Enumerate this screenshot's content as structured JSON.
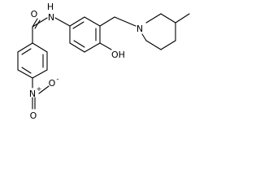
{
  "molecule": {
    "atom_labels": {
      "carbonyl_oxygen": "O",
      "amide_nitrogen": "N",
      "amide_hydrogen": "H",
      "hydroxyl": "OH",
      "piperidine_nitrogen": "N",
      "nitro_nitrogen": "N",
      "nitro_plus": "+",
      "nitro_oxygen_top": "O",
      "nitro_oxygen_bottom": "O",
      "nitro_minus": "-"
    },
    "bond_color": "#000000",
    "background": "#ffffff"
  }
}
